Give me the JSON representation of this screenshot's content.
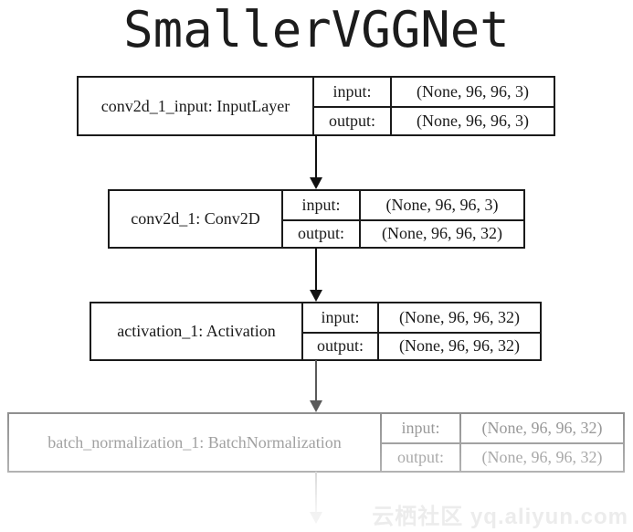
{
  "title": "SmallerVGGNet",
  "watermark": "云栖社区 yq.aliyun.com",
  "colors": {
    "background": "#ffffff",
    "node_ink": "#1a1a1a",
    "faded_node_ink": "#909090",
    "arrow_dark": "#111111",
    "arrow_gray": "#5a5a5a",
    "arrow_faded": "#e5e5e5",
    "watermark": "#ececec"
  },
  "layers": [
    {
      "name": "conv2d_1_input: InputLayer",
      "input_label": "input:",
      "input_shape": "(None, 96, 96, 3)",
      "output_label": "output:",
      "output_shape": "(None, 96, 96, 3)",
      "faded": false
    },
    {
      "name": "conv2d_1: Conv2D",
      "input_label": "input:",
      "input_shape": "(None, 96, 96, 3)",
      "output_label": "output:",
      "output_shape": "(None, 96, 96, 32)",
      "faded": false
    },
    {
      "name": "activation_1: Activation",
      "input_label": "input:",
      "input_shape": "(None, 96, 96, 32)",
      "output_label": "output:",
      "output_shape": "(None, 96, 96, 32)",
      "faded": false
    },
    {
      "name": "batch_normalization_1: BatchNormalization",
      "input_label": "input:",
      "input_shape": "(None, 96, 96, 32)",
      "output_label": "output:",
      "output_shape": "(None, 96, 96, 32)",
      "faded": true
    }
  ]
}
